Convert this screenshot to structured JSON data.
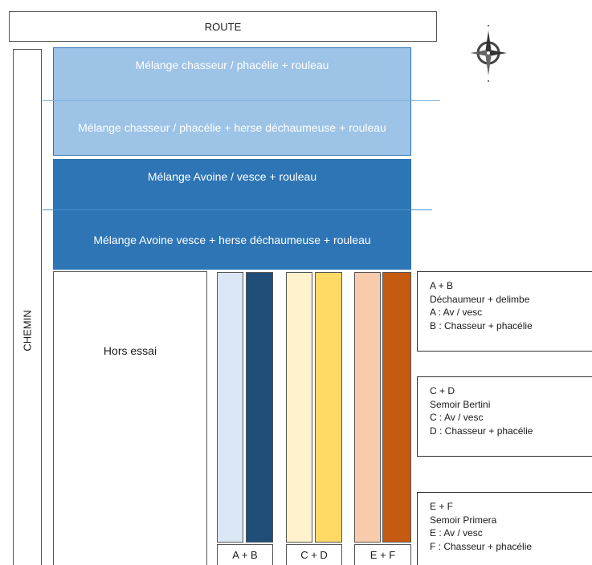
{
  "route": "ROUTE",
  "chemin": "CHEMIN",
  "bands": [
    "Mélange chasseur / phacélie + rouleau",
    "Mélange chasseur / phacélie + herse déchaumeuse + rouleau",
    "Mélange Avoine / vesce + rouleau",
    "Mélange Avoine vesce + herse déchaumeuse + rouleau"
  ],
  "hors_essai": "Hors essai",
  "strip_colors": {
    "A": "#dbe7f5",
    "B": "#1f4e79",
    "C": "#fff2cc",
    "D": "#ffd966",
    "E": "#f8cbad",
    "F": "#c55a11"
  },
  "group_labels": [
    "A + B",
    "C + D",
    "E + F"
  ],
  "legends": [
    {
      "title": "A + B",
      "lines": [
        "Déchaumeur + delimbe",
        "A : Av / vesc",
        "B : Chasseur + phacélie"
      ]
    },
    {
      "title": "C + D",
      "lines": [
        "Semoir Bertini",
        "C : Av / vesc",
        "D : Chasseur + phacélie"
      ]
    },
    {
      "title": "E + F",
      "lines": [
        "Semoir Primera",
        "E : Av / vesc",
        "F : Chasseur + phacélie"
      ]
    }
  ],
  "compass_icon": "compass-rose-icon"
}
